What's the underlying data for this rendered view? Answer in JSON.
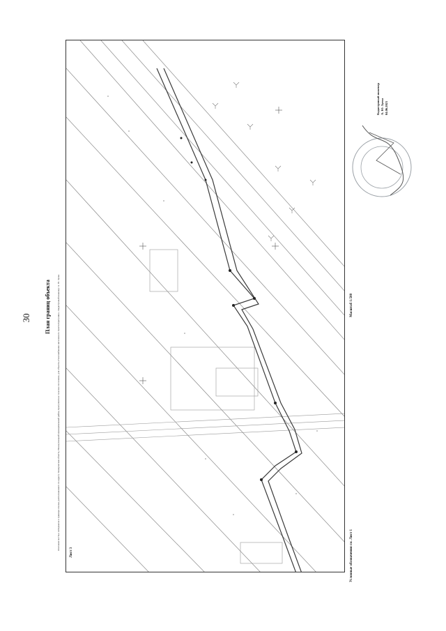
{
  "page_number": "30",
  "title": "План границ объекта",
  "subtitle": "Описание места-е интервалов в граница основы, расположенного по адресу: Кемеровская область, Новокузнецкий муниципальный район, Красулинское сельское поселение, для объекта «Газоснабжение населенного пункта Красулино». Кадастровый инженер: A. Ю. Зуева",
  "sheet_label": "Лист 3",
  "legend_note": "Условные обозначения см. Лист 1",
  "scale": "Масштаб 1:500",
  "engineer": {
    "role": "Кадастровый инженер",
    "name": "А. Ю. Зуева",
    "date": "04.06.2021"
  },
  "colors": {
    "frame": "#333333",
    "linework": "#8a8a8a",
    "route": "#3a3a3a",
    "stamp": "#9aa0a6"
  }
}
